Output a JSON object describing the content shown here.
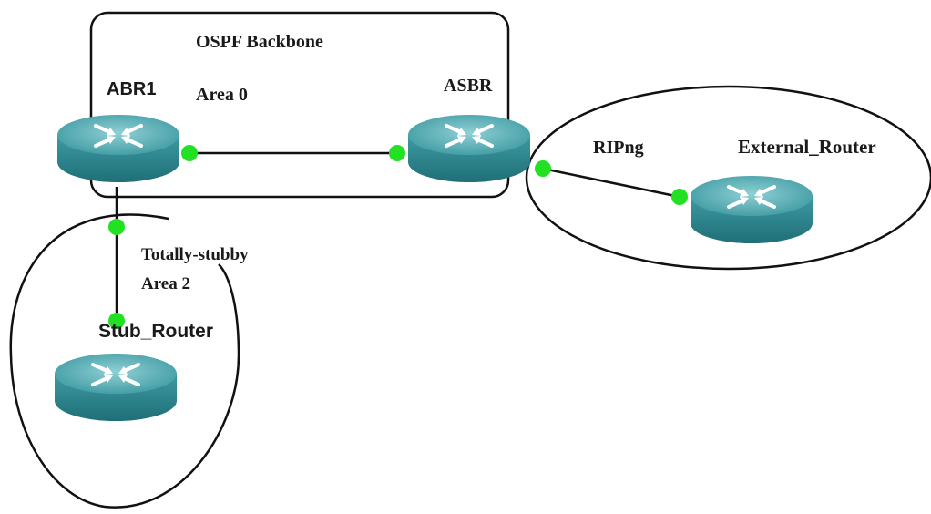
{
  "diagram": {
    "zones": {
      "backbone_title": "OSPF Backbone",
      "backbone_area": "Area 0",
      "ripng_label": "RIPng",
      "stub_area_line1": "Totally-stubby",
      "stub_area_line2": "Area 2"
    },
    "routers": {
      "abr1": "ABR1",
      "asbr": "ASBR",
      "external": "External_Router",
      "stub": "Stub_Router"
    },
    "colors": {
      "router_body": "#2f8a93",
      "router_top": "#5fb3ba",
      "interface_dot": "#22e022",
      "outline": "#111111"
    }
  }
}
